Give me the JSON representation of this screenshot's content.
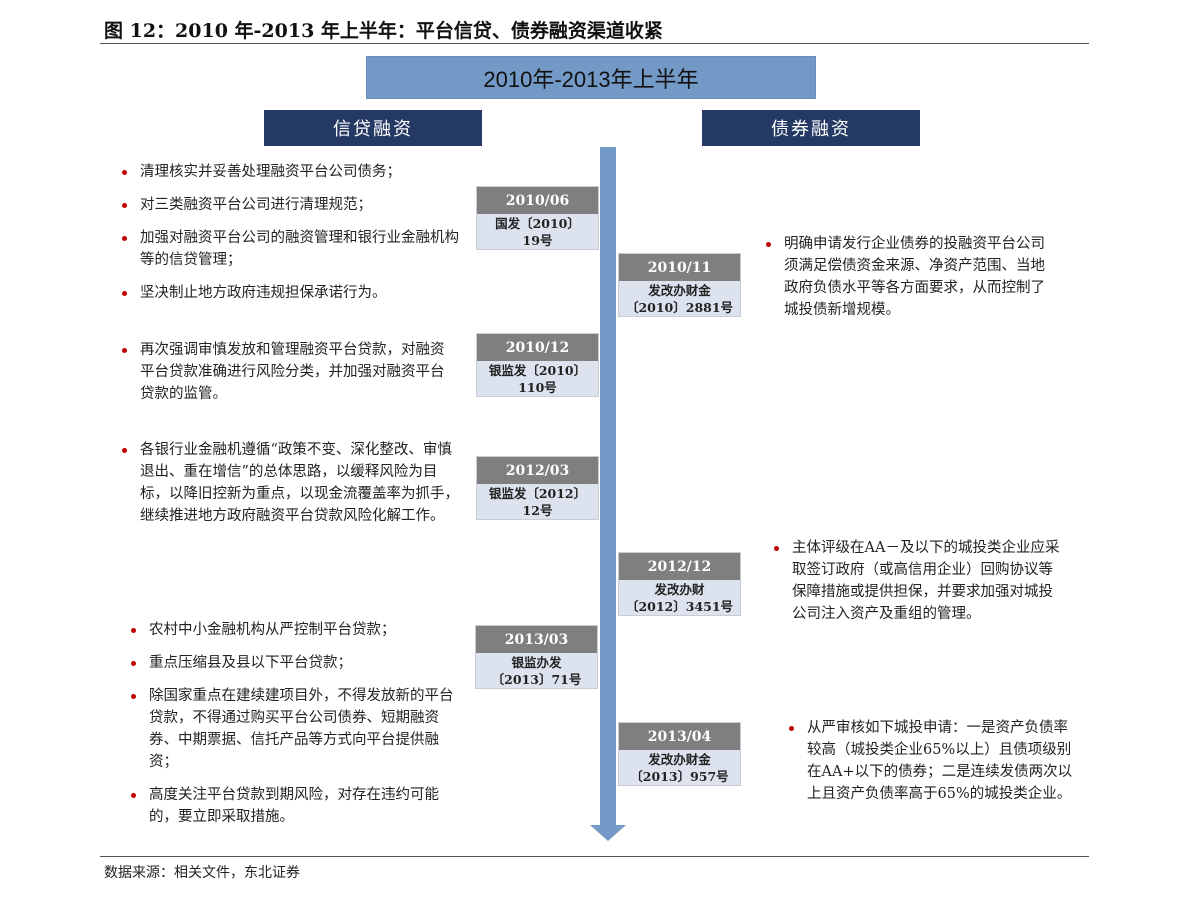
{
  "title": "图 12：2010 年-2013 年上半年：平台信贷、债券融资渠道收紧",
  "main_header": "2010年-2013年上半年",
  "left_header": "信贷融资",
  "right_header": "债券融资",
  "left_boxes": [
    {
      "date": "2010/06",
      "l1": "国发〔2010〕",
      "l2": "19号"
    },
    {
      "date": "2010/12",
      "l1": "银监发〔2010〕",
      "l2": "110号"
    },
    {
      "date": "2012/03",
      "l1": "银监发〔2012〕",
      "l2": "12号"
    },
    {
      "date": "2013/03",
      "l1": "银监办发",
      "l2": "〔2013〕71号"
    }
  ],
  "right_boxes": [
    {
      "date": "2010/11",
      "l1": "发改办财金",
      "l2": "〔2010〕2881号"
    },
    {
      "date": "2012/12",
      "l1": "发改办财",
      "l2": "〔2012〕3451号"
    },
    {
      "date": "2013/04",
      "l1": "发改办财金",
      "l2": "〔2013〕957号"
    }
  ],
  "left_blocks": [
    [
      "清理核实并妥善处理融资平台公司债务；",
      "对三类融资平台公司进行清理规范；",
      "加强对融资平台公司的融资管理和银行业金融机构等的信贷管理；",
      "坚决制止地方政府违规担保承诺行为。"
    ],
    [
      "再次强调审慎发放和管理融资平台贷款，对融资平台贷款准确进行风险分类，并加强对融资平台贷款的监管。"
    ],
    [
      "各银行业金融机遵循“政策不变、深化整改、审慎退出、重在增信”的总体思路，以缓释风险为目标，以降旧控新为重点，以现金流覆盖率为抓手，继续推进地方政府融资平台贷款风险化解工作。"
    ],
    [
      "农村中小金融机构从严控制平台贷款；",
      "重点压缩县及县以下平台贷款；",
      "除国家重点在建续建项目外，不得发放新的平台贷款，不得通过购买平台公司债券、短期融资券、中期票据、信托产品等方式向平台提供融资；",
      "高度关注平台贷款到期风险，对存在违约可能的，要立即采取措施。"
    ]
  ],
  "right_blocks": [
    [
      "明确申请发行企业债券的投融资平台公司须满足偿债资金来源、净资产范围、当地政府负债水平等各方面要求，从而控制了城投债新增规模。"
    ],
    [
      "主体评级在AA－及以下的城投类企业应采取签订政府（或高信用企业）回购协议等保障措施或提供担保，并要求加强对城投公司注入资产及重组的管理。"
    ],
    [
      "从严审核如下城投申请：一是资产负债率较高（城投类企业65%以上）且债项级别在AA+以下的债券；二是连续发债两次以上且资产负债率高于65%的城投类企业。"
    ]
  ],
  "source": "数据来源：相关文件，东北证券"
}
